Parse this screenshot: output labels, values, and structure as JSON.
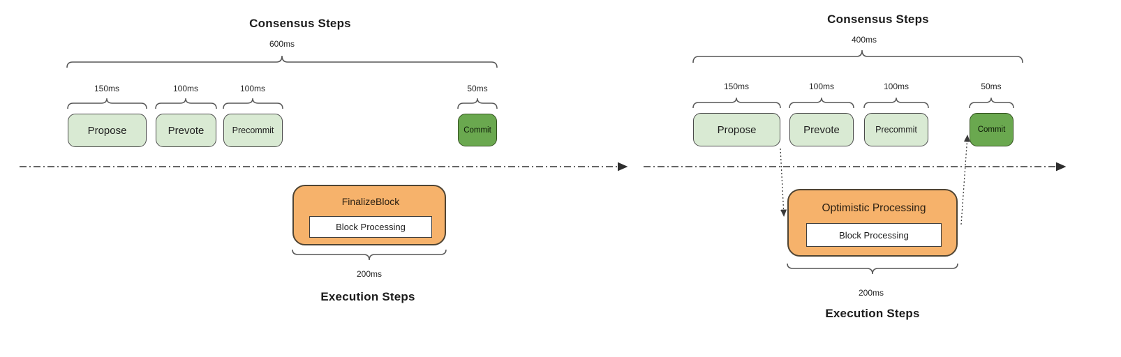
{
  "left": {
    "consensus_title": "Consensus Steps",
    "total_duration": "600ms",
    "steps": [
      {
        "label": "Propose",
        "duration": "150ms"
      },
      {
        "label": "Prevote",
        "duration": "100ms"
      },
      {
        "label": "Precommit",
        "duration": "100ms"
      },
      {
        "label": "Commit",
        "duration": "50ms"
      }
    ],
    "execution_box_title": "FinalizeBlock",
    "execution_inner_label": "Block Processing",
    "execution_duration": "200ms",
    "execution_title": "Execution Steps"
  },
  "right": {
    "consensus_title": "Consensus Steps",
    "total_duration": "400ms",
    "steps": [
      {
        "label": "Propose",
        "duration": "150ms"
      },
      {
        "label": "Prevote",
        "duration": "100ms"
      },
      {
        "label": "Precommit",
        "duration": "100ms"
      },
      {
        "label": "Commit",
        "duration": "50ms"
      }
    ],
    "execution_box_title": "Optimistic Processing",
    "execution_inner_label": "Block Processing",
    "execution_duration": "200ms",
    "execution_title": "Execution Steps"
  },
  "colors": {
    "step_fill": "#d9ead3",
    "commit_fill": "#6aa84f",
    "execution_fill": "#f6b26b",
    "inner_fill": "#ffffff",
    "stroke": "#4a4a4a",
    "timeline": "#333333"
  }
}
